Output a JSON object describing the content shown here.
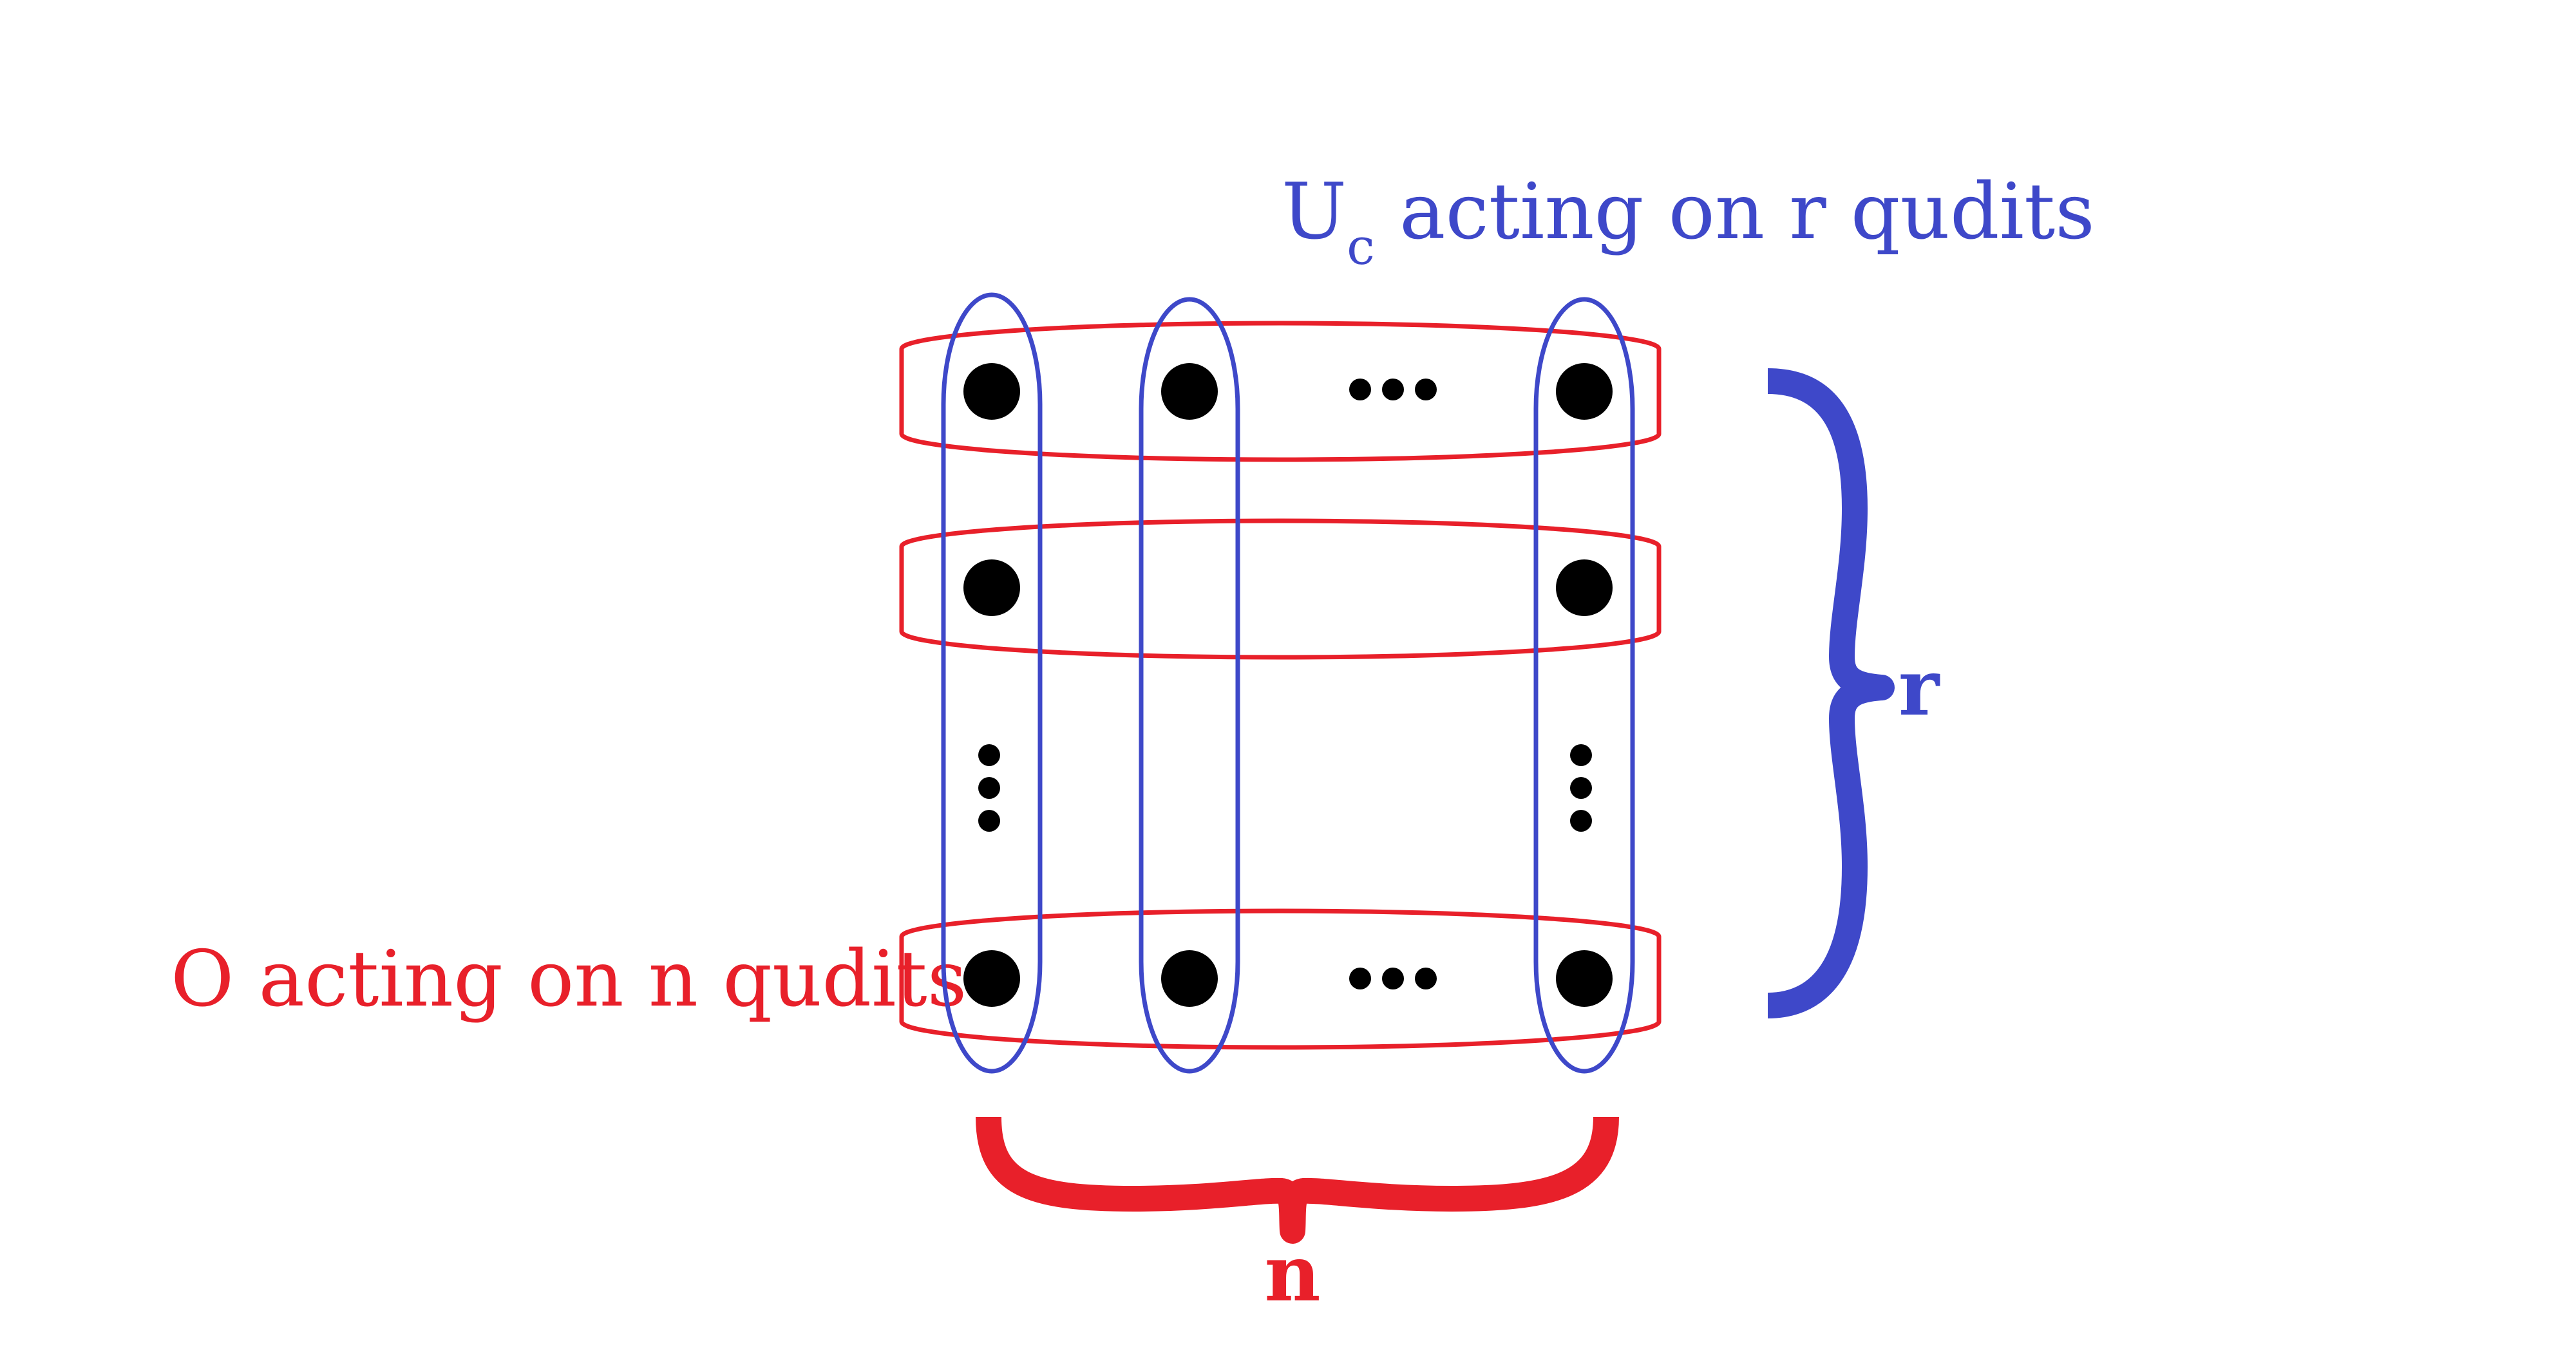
{
  "colors": {
    "red": "#e8202a",
    "blue": "#3e48c9",
    "dot": "#000000",
    "background": "#ffffff"
  },
  "labels": {
    "top_main": "U",
    "top_sub": "c",
    "top_rest": " acting on r qudits",
    "left": "O acting on n qudits",
    "r_label": "r",
    "n_label": "n"
  },
  "grid": {
    "row_groups": 3,
    "column_groups": 3,
    "row_ellipsis": "⋯",
    "column_ellipsis": "⋮"
  }
}
